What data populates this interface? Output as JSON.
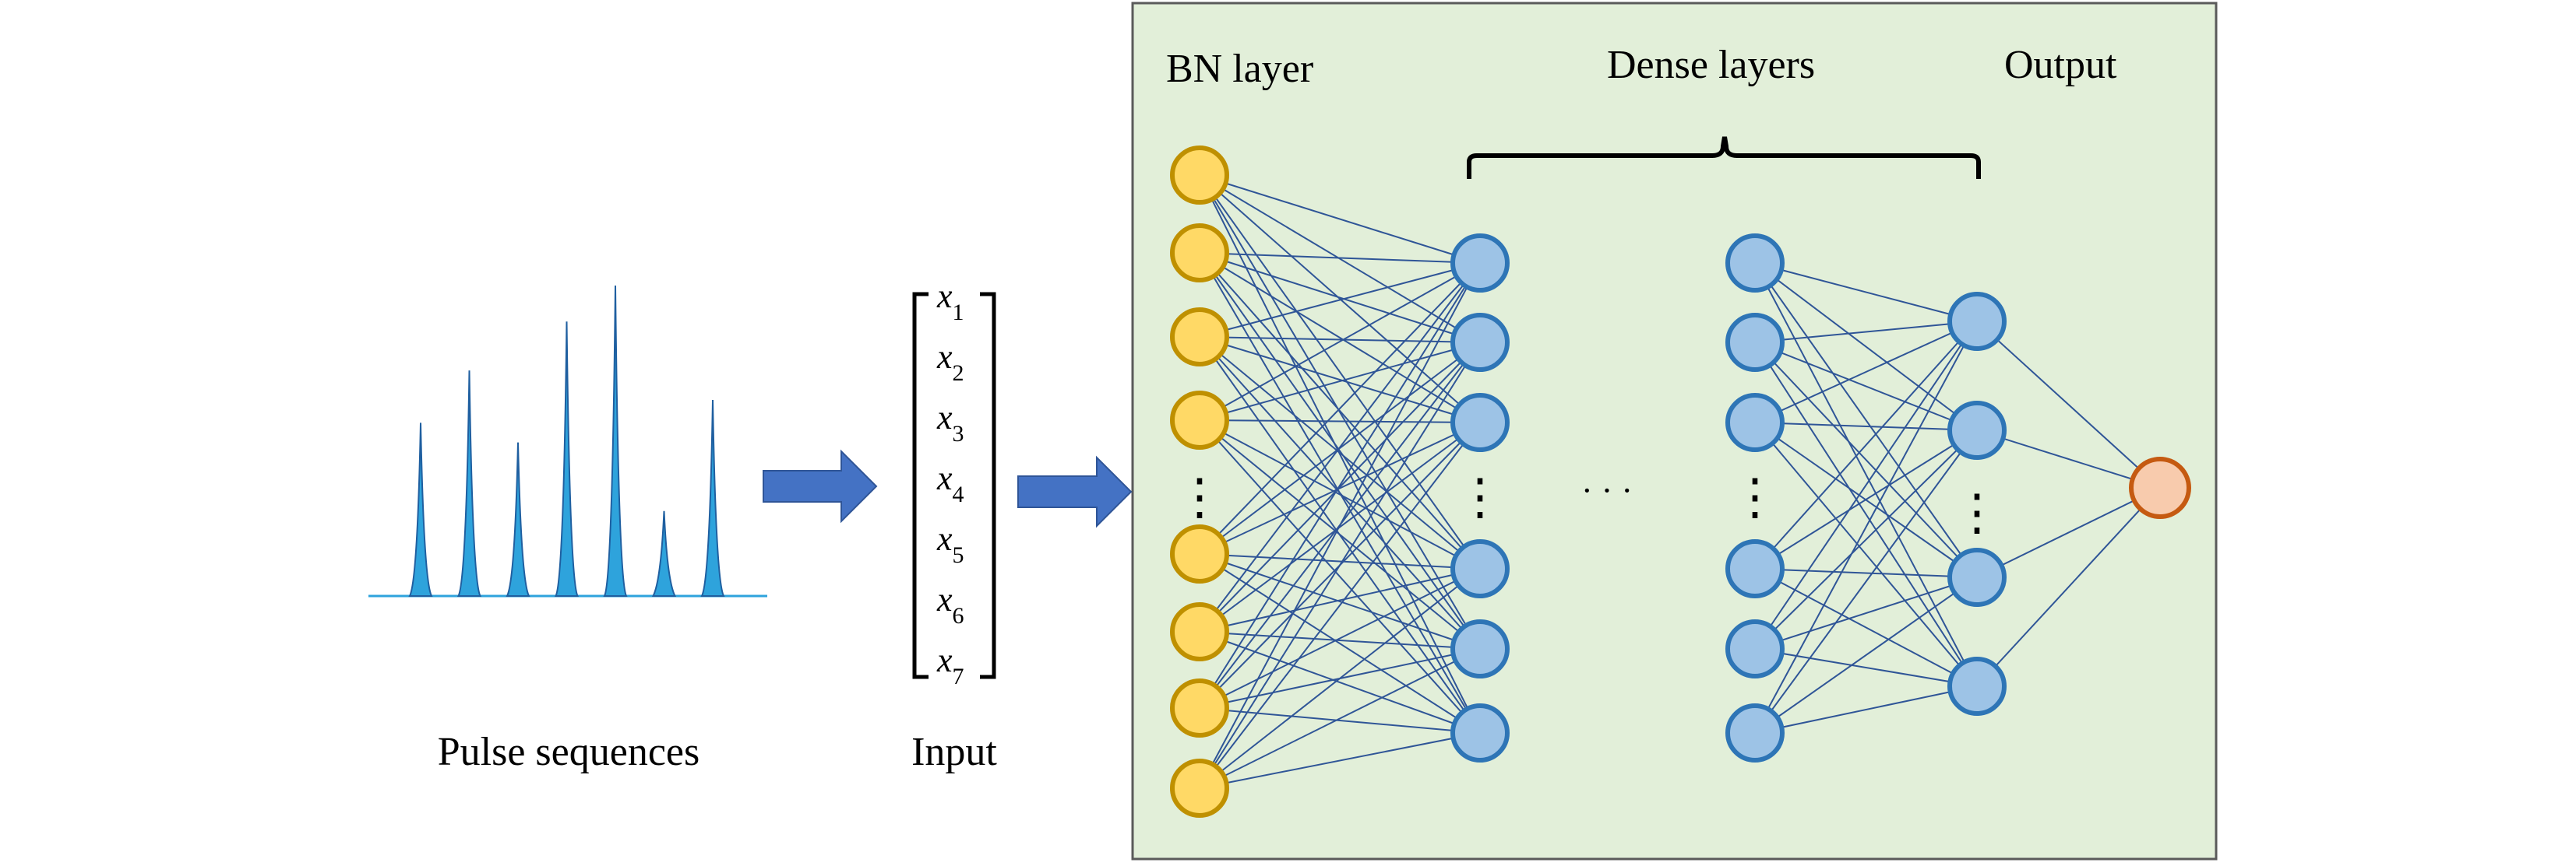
{
  "labels": {
    "pulse": "Pulse sequences",
    "input": "Input",
    "bn_layer": "BN layer",
    "dense_layers": "Dense layers",
    "output": "Output"
  },
  "input_vector": [
    {
      "var": "x",
      "sub": "1"
    },
    {
      "var": "x",
      "sub": "2"
    },
    {
      "var": "x",
      "sub": "3"
    },
    {
      "var": "x",
      "sub": "4"
    },
    {
      "var": "x",
      "sub": "5"
    },
    {
      "var": "x",
      "sub": "6"
    },
    {
      "var": "x",
      "sub": "7"
    }
  ],
  "pulses": [
    0.53,
    0.69,
    0.47,
    0.84,
    0.95,
    0.26,
    0.6
  ],
  "ellipsis_vertical": "⋮",
  "ellipsis_horizontal": "· · ·",
  "colors": {
    "panel_fill": "#e2efd9",
    "panel_border": "#5a5a5a",
    "bn_node_fill": "#ffd966",
    "bn_node_stroke": "#bf9000",
    "dense_node_fill": "#9dc3e6",
    "dense_node_stroke": "#2e75b6",
    "output_node_fill": "#f8cbad",
    "output_node_stroke": "#c55a11",
    "edge": "#2f5597",
    "arrow": "#4472c4",
    "pulse_fill": "#2ea3dc",
    "pulse_stroke": "#1f5fa0"
  },
  "icons": [
    "arrow-right-icon",
    "arrow-right-icon"
  ]
}
